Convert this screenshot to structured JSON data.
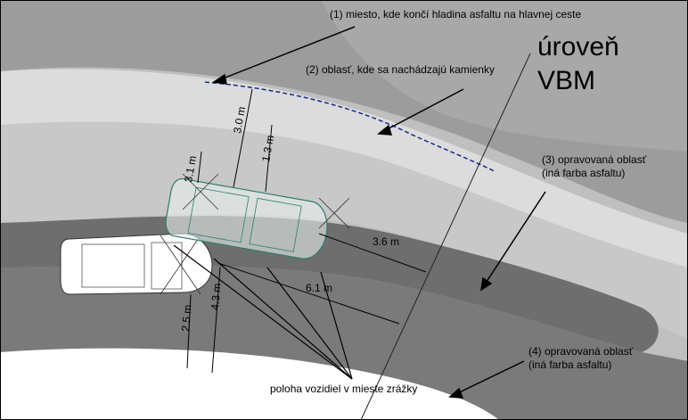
{
  "labels": {
    "l1": "(1) miesto, kde končí hladina asfaltu na hlavnej ceste",
    "l2": "(2) oblasť, kde sa nachádzajú kamienky",
    "l3a": "(3) opravovaná oblasť",
    "l3b": "(iná farba asfaltu)",
    "l4a": "(4) opravovaná oblasť",
    "l4b": "(iná farba asfaltu)",
    "vbm1": "úroveň",
    "vbm2": "VBM",
    "vehicles": "poloha vozidiel v mieste zrážky"
  },
  "dimensions": {
    "d1": "3.0 m",
    "d2": "1.3 m",
    "d3": "3.1 m",
    "d4": "3.6 m",
    "d5": "6.1 m",
    "d6": "4.3 m",
    "d7": "2.5 m"
  },
  "colors": {
    "road_light": "#d9d9d9",
    "road_mid": "#a6a6a6",
    "road_dark": "#6e6e6e",
    "road_darker": "#5a5a5a",
    "asphalt_edge": "#1a2a8c",
    "car2": "#2e7d6e"
  }
}
